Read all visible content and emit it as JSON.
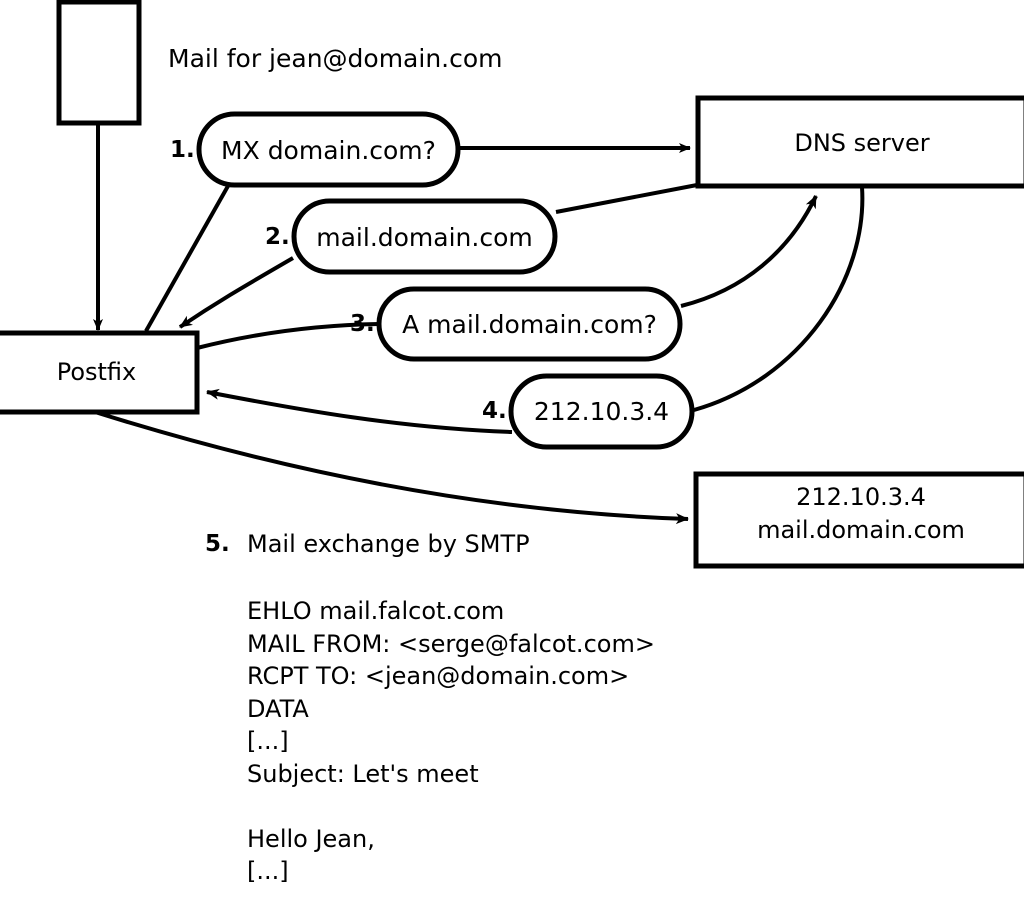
{
  "diagram": {
    "title": "Mail for jean@domain.com",
    "background_color": "#ffffff",
    "stroke_color": "#000000"
  },
  "nodes": {
    "sender_box": {
      "label": ""
    },
    "postfix": {
      "label": "Postfix"
    },
    "dns_server": {
      "label": "DNS server"
    },
    "target_server": {
      "line1": "212.10.3.4",
      "line2": "mail.domain.com"
    }
  },
  "steps": [
    {
      "num": "1.",
      "text": "MX domain.com?"
    },
    {
      "num": "2.",
      "text": "mail.domain.com"
    },
    {
      "num": "3.",
      "text": "A mail.domain.com?"
    },
    {
      "num": "4.",
      "text": "212.10.3.4"
    }
  ],
  "smtp": {
    "num": "5.",
    "heading": "Mail exchange by SMTP",
    "transcript": "EHLO mail.falcot.com\nMAIL FROM: <serge@falcot.com>\nRCPT TO: <jean@domain.com>\nDATA\n[...]\nSubject: Let's meet\n\nHello Jean,\n[...]\n\n."
  }
}
